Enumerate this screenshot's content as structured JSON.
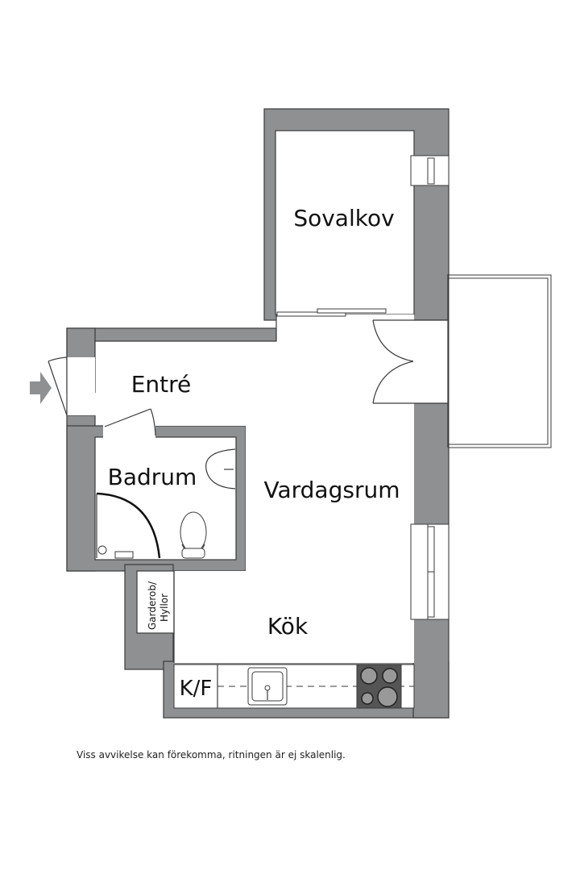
{
  "floorplan": {
    "rooms": [
      {
        "id": "sovalkov",
        "label": "Sovalkov"
      },
      {
        "id": "entre",
        "label": "Entré"
      },
      {
        "id": "badrum",
        "label": "Badrum"
      },
      {
        "id": "vardagsrum",
        "label": "Vardagsrum"
      },
      {
        "id": "kok",
        "label": "Kök"
      }
    ],
    "storage": {
      "line1": "Garderob/",
      "line2": "Hyllor"
    },
    "appliance_label": "K/F",
    "entrance_arrow": "entrance-arrow-icon",
    "colors": {
      "wall": "#8e9092",
      "outline": "#3a3a3a",
      "stove": "#555555"
    }
  },
  "disclaimer": "Viss avvikelse kan förekomma, ritningen är ej skalenlig."
}
